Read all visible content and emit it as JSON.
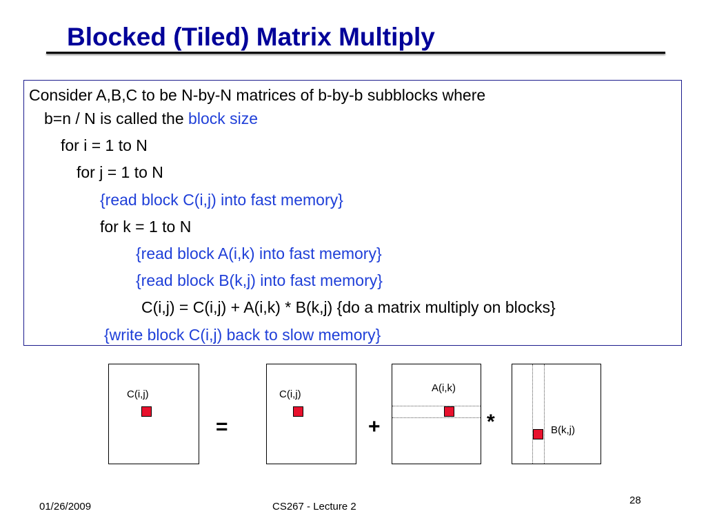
{
  "slide": {
    "title": "Blocked (Tiled) Matrix Multiply",
    "code": {
      "line1": "Consider A,B,C to be N-by-N matrices of b-by-b subblocks where",
      "line2_prefix": "b=n / N is called the ",
      "line2_highlight": "block size",
      "line3": "for i = 1 to N",
      "line4": "for j = 1 to N",
      "line5": "{read block C(i,j) into fast memory}",
      "line6": "for k = 1 to N",
      "line7": "{read block A(i,k) into fast memory}",
      "line8": "{read block B(k,j) into fast memory}",
      "line9": "C(i,j) = C(i,j) + A(i,k) * B(k,j) {do a matrix multiply on blocks}",
      "line10": "{write block C(i,j) back to slow memory}"
    },
    "diagram": {
      "c_left_label": "C(i,j)",
      "equals": "=",
      "c_right_label": "C(i,j)",
      "plus": "+",
      "a_label": "A(i,k)",
      "times": "*",
      "b_label": "B(k,j)"
    },
    "footer": {
      "date": "01/26/2009",
      "course": "CS267 - Lecture 2",
      "page": "28"
    },
    "colors": {
      "title": "#000099",
      "highlight": "#1f3fd8",
      "block": "#e8112d"
    }
  }
}
